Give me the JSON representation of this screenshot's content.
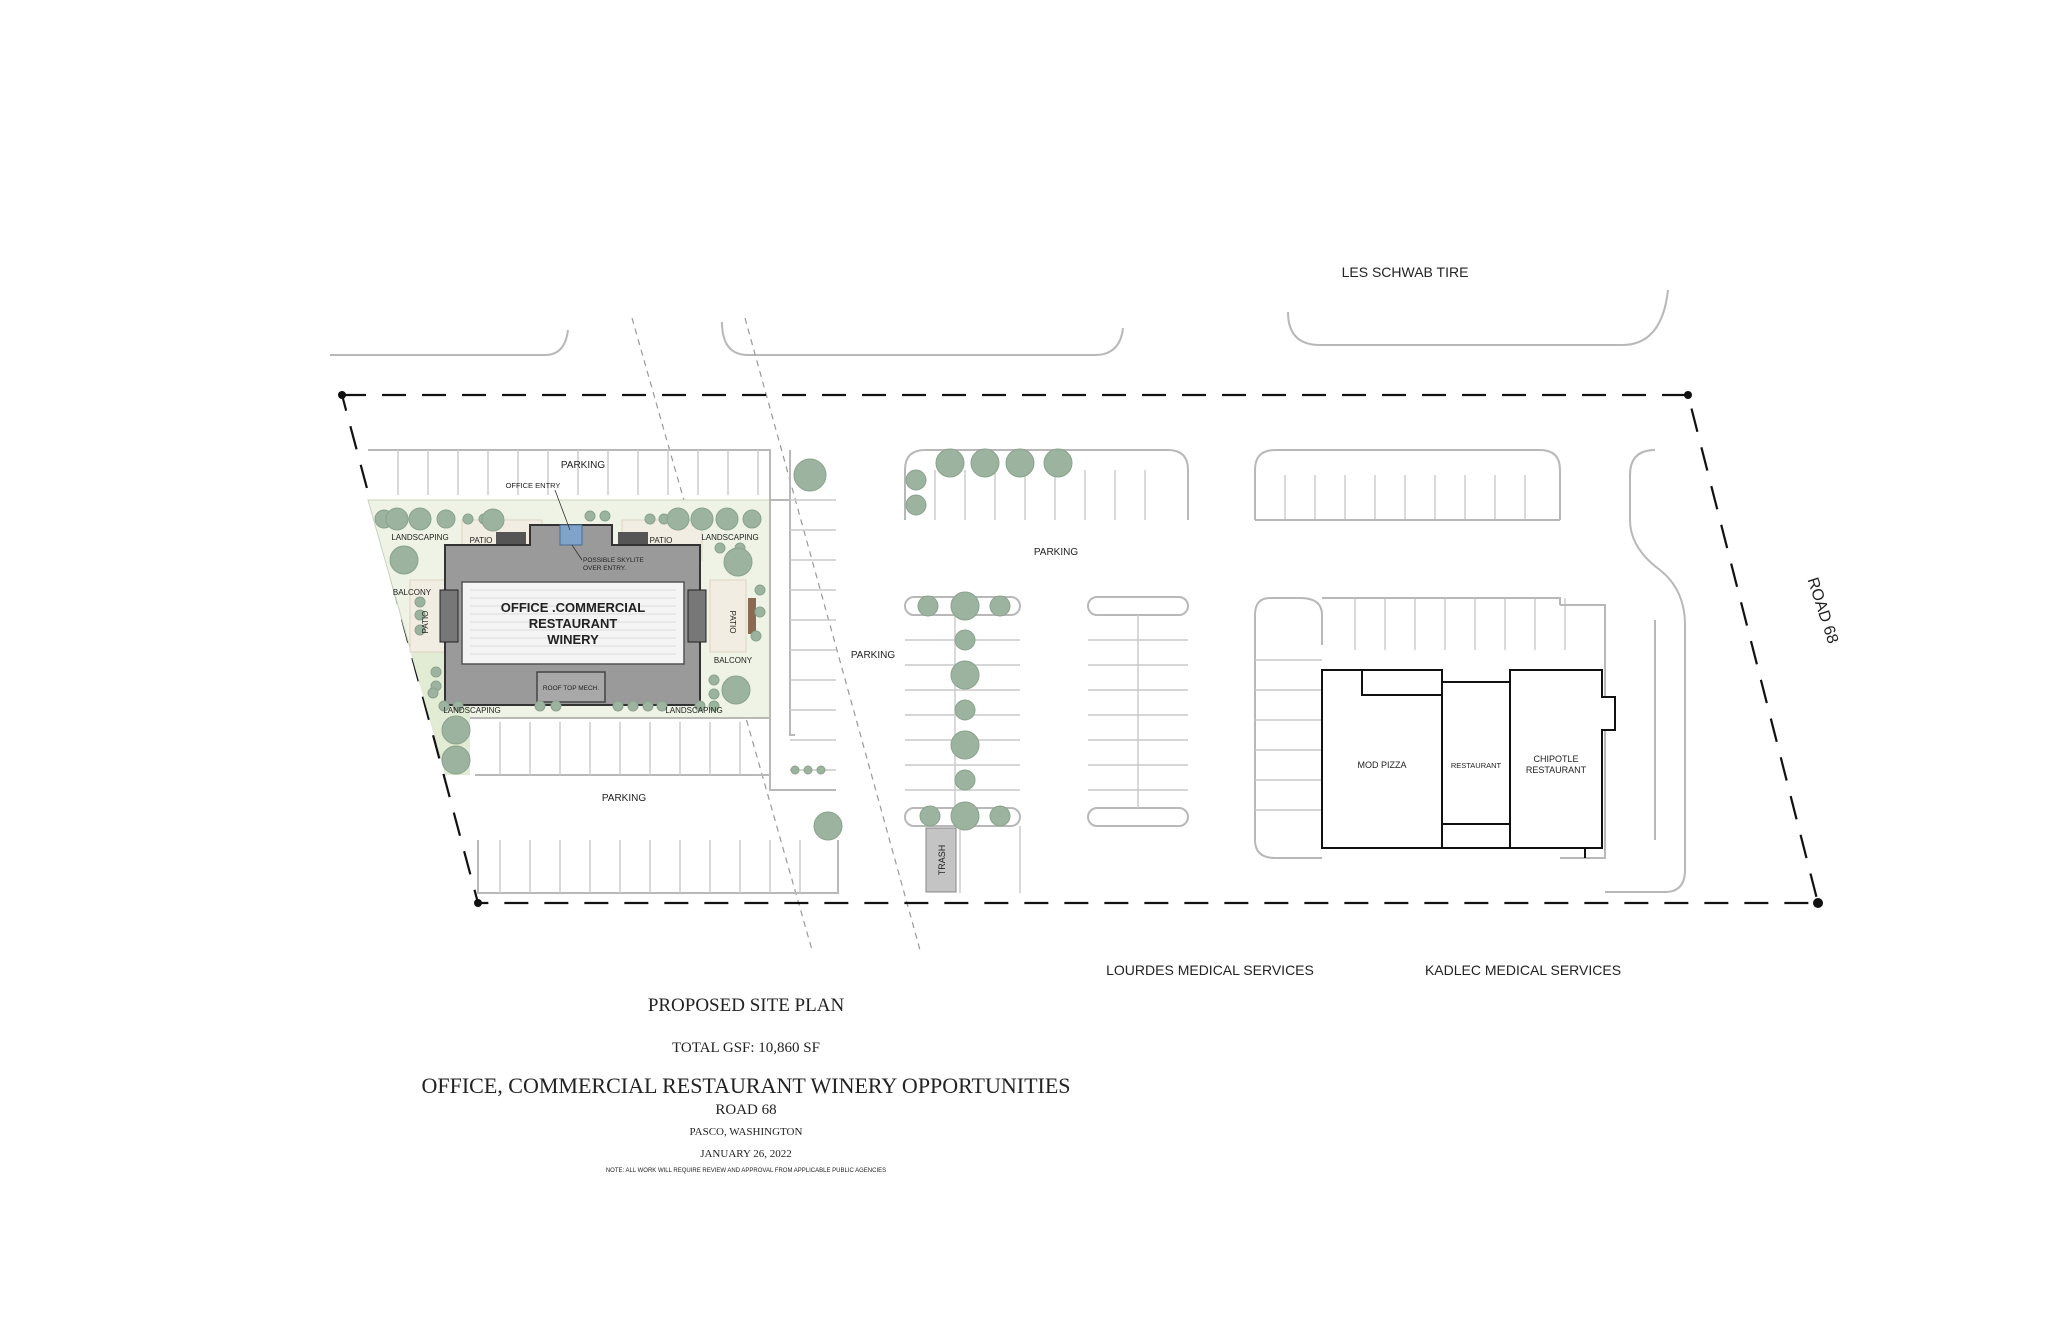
{
  "labels": {
    "les_schwab": "LES SCHWAB TIRE",
    "road_68": "ROAD 68",
    "lourdes": "LOURDES  MEDICAL SERVICES",
    "kadlec": "KADLEC MEDICAL SERVICES",
    "parking": "PARKING",
    "office_entry": "OFFICE ENTRY",
    "landscaping": "LANDSCAPING",
    "patio": "PATIO",
    "balcony": "BALCONY",
    "skylite": "POSSIBLE SKYLITE",
    "skylite_2": "OVER ENTRY.",
    "building_line1": "OFFICE .COMMERCIAL",
    "building_line2": "RESTAURANT",
    "building_line3": "WINERY",
    "roof_mech": "ROOF TOP MECH.",
    "trash": "TRASH",
    "mod_pizza": "MOD PIZZA",
    "restaurant": "RESTAURANT",
    "chipotle_1": "CHIPOTLE",
    "chipotle_2": "RESTAURANT"
  },
  "title_block": {
    "plan_title": "PROPOSED SITE PLAN",
    "total_gsf": "TOTAL GSF:  10,860 SF",
    "project": "OFFICE, COMMERCIAL RESTAURANT WINERY OPPORTUNITIES",
    "road": "ROAD 68",
    "city": "PASCO, WASHINGTON",
    "date": "JANUARY 26, 2022",
    "note": "NOTE:  ALL WORK WILL REQUIRE REVIEW AND APPROVAL FROM APPLICABLE PUBLIC AGENCIES"
  },
  "colors": {
    "tree": "#9cb39f",
    "landscape": "#eef3e6",
    "building_roof": "#9a9a9a",
    "skylite": "#7fa3c9",
    "trash": "#c4c4c4"
  }
}
